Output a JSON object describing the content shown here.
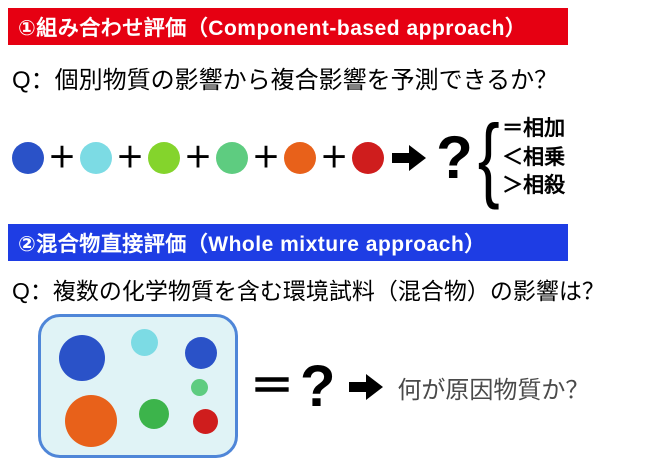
{
  "section1": {
    "banner": "①組み合わせ評価（Component-based approach）",
    "banner_color": "#e60012",
    "question": "Q：個別物質の影響から複合影響を予測できるか？",
    "plus": "＋",
    "question_mark": "?",
    "brace": "{",
    "circles": [
      {
        "name": "blue",
        "color": "#2a52c8"
      },
      {
        "name": "cyan",
        "color": "#7cdbe4"
      },
      {
        "name": "yellow-green",
        "color": "#84d42c"
      },
      {
        "name": "light-green",
        "color": "#5ecc80"
      },
      {
        "name": "orange",
        "color": "#e8611a"
      },
      {
        "name": "red",
        "color": "#cf1d1d"
      }
    ],
    "outcomes": [
      "＝相加",
      "＜相乗",
      "＞相殺"
    ]
  },
  "section2": {
    "banner": "②混合物直接評価（Whole mixture approach）",
    "banner_color": "#1e3de4",
    "question": "Q：複数の化学物質を含む環境試料（混合物）の影響は？",
    "equals": "＝",
    "question_mark": "?",
    "result": "何が原因物質か？",
    "mixture_circles": [
      {
        "name": "blue-large",
        "color": "#2a52c8"
      },
      {
        "name": "cyan-small",
        "color": "#7cdbe4"
      },
      {
        "name": "blue-medium",
        "color": "#2a52c8"
      },
      {
        "name": "green-small",
        "color": "#5ecc80"
      },
      {
        "name": "orange-large",
        "color": "#e8611a"
      },
      {
        "name": "green-medium",
        "color": "#3cb44b"
      },
      {
        "name": "red-small",
        "color": "#cf1d1d"
      }
    ]
  }
}
